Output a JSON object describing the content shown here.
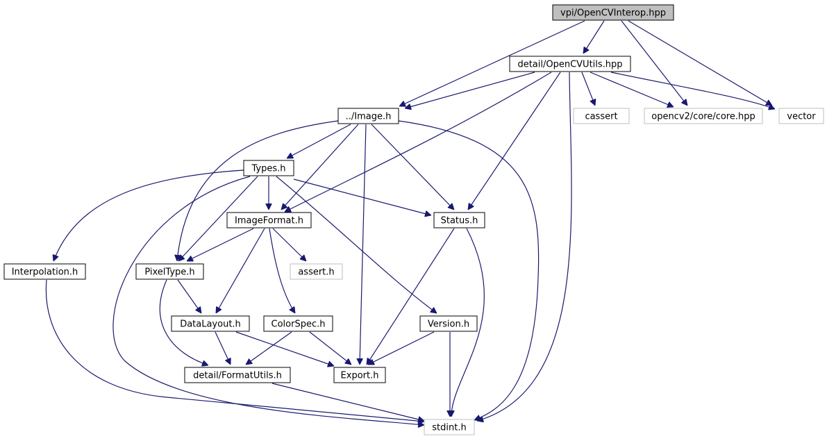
{
  "diagram": {
    "colors": {
      "edge": "#191970",
      "node_border_internal": "#000000",
      "node_border_external": "#bfbfbf",
      "root_fill": "#bfbfbf",
      "node_fill": "#ffffff",
      "external_text": "#404040"
    },
    "nodes": [
      {
        "id": "root",
        "label": "vpi/OpenCVInterop.hpp",
        "kind": "root"
      },
      {
        "id": "utils",
        "label": "detail/OpenCVUtils.hpp",
        "kind": "internal"
      },
      {
        "id": "image",
        "label": "../Image.h",
        "kind": "internal"
      },
      {
        "id": "cassert",
        "label": "cassert",
        "kind": "external"
      },
      {
        "id": "opencv",
        "label": "opencv2/core/core.hpp",
        "kind": "external"
      },
      {
        "id": "vector",
        "label": "vector",
        "kind": "external"
      },
      {
        "id": "types",
        "label": "Types.h",
        "kind": "internal"
      },
      {
        "id": "imageformat",
        "label": "ImageFormat.h",
        "kind": "internal"
      },
      {
        "id": "status",
        "label": "Status.h",
        "kind": "internal"
      },
      {
        "id": "interpolation",
        "label": "Interpolation.h",
        "kind": "internal"
      },
      {
        "id": "pixeltype",
        "label": "PixelType.h",
        "kind": "internal"
      },
      {
        "id": "asserth",
        "label": "assert.h",
        "kind": "external"
      },
      {
        "id": "datalayout",
        "label": "DataLayout.h",
        "kind": "internal"
      },
      {
        "id": "colorspec",
        "label": "ColorSpec.h",
        "kind": "internal"
      },
      {
        "id": "version",
        "label": "Version.h",
        "kind": "internal"
      },
      {
        "id": "formatutils",
        "label": "detail/FormatUtils.h",
        "kind": "internal"
      },
      {
        "id": "export",
        "label": "Export.h",
        "kind": "internal"
      },
      {
        "id": "stdint",
        "label": "stdint.h",
        "kind": "external"
      }
    ],
    "edges": [
      {
        "from": "root",
        "to": "utils"
      },
      {
        "from": "root",
        "to": "image"
      },
      {
        "from": "root",
        "to": "opencv"
      },
      {
        "from": "root",
        "to": "vector"
      },
      {
        "from": "utils",
        "to": "image"
      },
      {
        "from": "utils",
        "to": "cassert"
      },
      {
        "from": "utils",
        "to": "opencv"
      },
      {
        "from": "utils",
        "to": "vector"
      },
      {
        "from": "utils",
        "to": "imageformat"
      },
      {
        "from": "utils",
        "to": "status"
      },
      {
        "from": "utils",
        "to": "stdint"
      },
      {
        "from": "image",
        "to": "types"
      },
      {
        "from": "image",
        "to": "imageformat"
      },
      {
        "from": "image",
        "to": "pixeltype"
      },
      {
        "from": "image",
        "to": "status"
      },
      {
        "from": "image",
        "to": "export"
      },
      {
        "from": "image",
        "to": "stdint"
      },
      {
        "from": "types",
        "to": "imageformat"
      },
      {
        "from": "types",
        "to": "pixeltype"
      },
      {
        "from": "types",
        "to": "status"
      },
      {
        "from": "types",
        "to": "interpolation"
      },
      {
        "from": "types",
        "to": "version"
      },
      {
        "from": "types",
        "to": "stdint"
      },
      {
        "from": "imageformat",
        "to": "pixeltype"
      },
      {
        "from": "imageformat",
        "to": "asserth"
      },
      {
        "from": "imageformat",
        "to": "datalayout"
      },
      {
        "from": "imageformat",
        "to": "colorspec"
      },
      {
        "from": "status",
        "to": "export"
      },
      {
        "from": "status",
        "to": "stdint"
      },
      {
        "from": "interpolation",
        "to": "stdint"
      },
      {
        "from": "pixeltype",
        "to": "datalayout"
      },
      {
        "from": "pixeltype",
        "to": "formatutils"
      },
      {
        "from": "datalayout",
        "to": "formatutils"
      },
      {
        "from": "datalayout",
        "to": "export"
      },
      {
        "from": "colorspec",
        "to": "formatutils"
      },
      {
        "from": "colorspec",
        "to": "export"
      },
      {
        "from": "version",
        "to": "export"
      },
      {
        "from": "version",
        "to": "stdint"
      },
      {
        "from": "formatutils",
        "to": "stdint"
      }
    ]
  }
}
